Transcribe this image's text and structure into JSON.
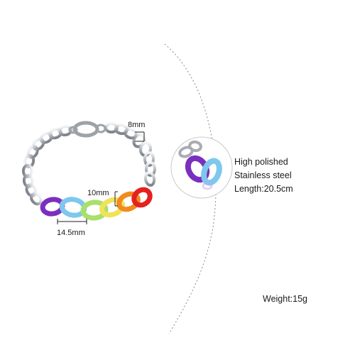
{
  "dimensions": {
    "link_width": "8mm",
    "link_height": "10mm",
    "length_marker": "14.5mm"
  },
  "specs": {
    "line1": "High polished",
    "line2": "Stainless steel",
    "line3": "Length:20.5cm"
  },
  "weight": "Weight:15g",
  "colors": {
    "purple": "#7b2fbf",
    "blue": "#7ec8ee",
    "green": "#a8e06a",
    "yellow": "#f0e35a",
    "orange": "#f28a1e",
    "red": "#e52020",
    "steel": "#c9ccd1",
    "steel_dark": "#8f949b"
  }
}
